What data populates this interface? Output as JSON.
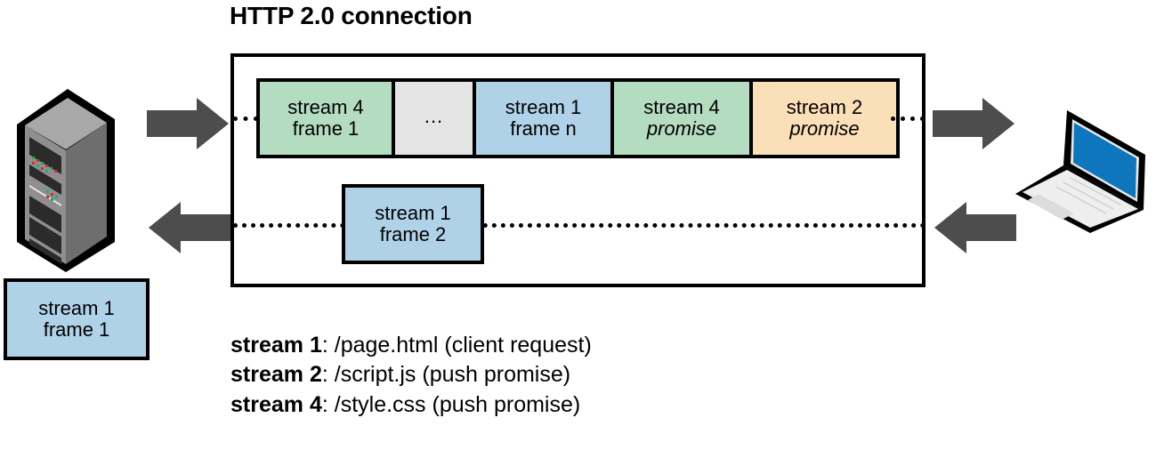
{
  "title": "HTTP 2.0 connection",
  "colors": {
    "green": "#b4dcc0",
    "blue": "#b0d2e8",
    "orange": "#fbdfb8",
    "gray": "#e4e4e4",
    "arrow": "#4d4d4d",
    "outline": "#000000",
    "laptop_screen": "#0e76bc",
    "server_body": "#9a9a9a"
  },
  "connection": {
    "label": "HTTP 2.0 connection",
    "frames": [
      {
        "line1": "stream 4",
        "line2": "frame 1",
        "color": "#b4dcc0",
        "width": 152,
        "italic2": false
      },
      {
        "line1": "",
        "line2": "...",
        "color": "#e4e4e4",
        "width": 91,
        "italic2": false
      },
      {
        "line1": "stream 1",
        "line2": "frame n",
        "color": "#b0d2e8",
        "width": 155,
        "italic2": false
      },
      {
        "line1": "stream 4",
        "line2": "promise",
        "color": "#b4dcc0",
        "width": 156,
        "italic2": true
      },
      {
        "line1": "stream 2",
        "line2": "promise",
        "color": "#fbdfb8",
        "width": 161,
        "italic2": true
      }
    ],
    "mid_frame": {
      "line1": "stream 1",
      "line2": "frame 2",
      "color": "#b0d2e8"
    }
  },
  "pending_frame": {
    "line1": "stream 1",
    "line2": "frame 1",
    "color": "#b0d2e8"
  },
  "endpoints": {
    "left": "server-icon",
    "right": "laptop-icon"
  },
  "arrows": [
    {
      "name": "arrow-server-to-connection",
      "direction": "right"
    },
    {
      "name": "arrow-connection-to-server",
      "direction": "left"
    },
    {
      "name": "arrow-connection-to-client",
      "direction": "right"
    },
    {
      "name": "arrow-client-to-connection",
      "direction": "left"
    }
  ],
  "legend": [
    {
      "label": "stream 1",
      "rest": ": /page.html  (client request)"
    },
    {
      "label": "stream 2",
      "rest": ": /script.js  (push promise)"
    },
    {
      "label": "stream 4",
      "rest": ": /style.css  (push promise)"
    }
  ]
}
